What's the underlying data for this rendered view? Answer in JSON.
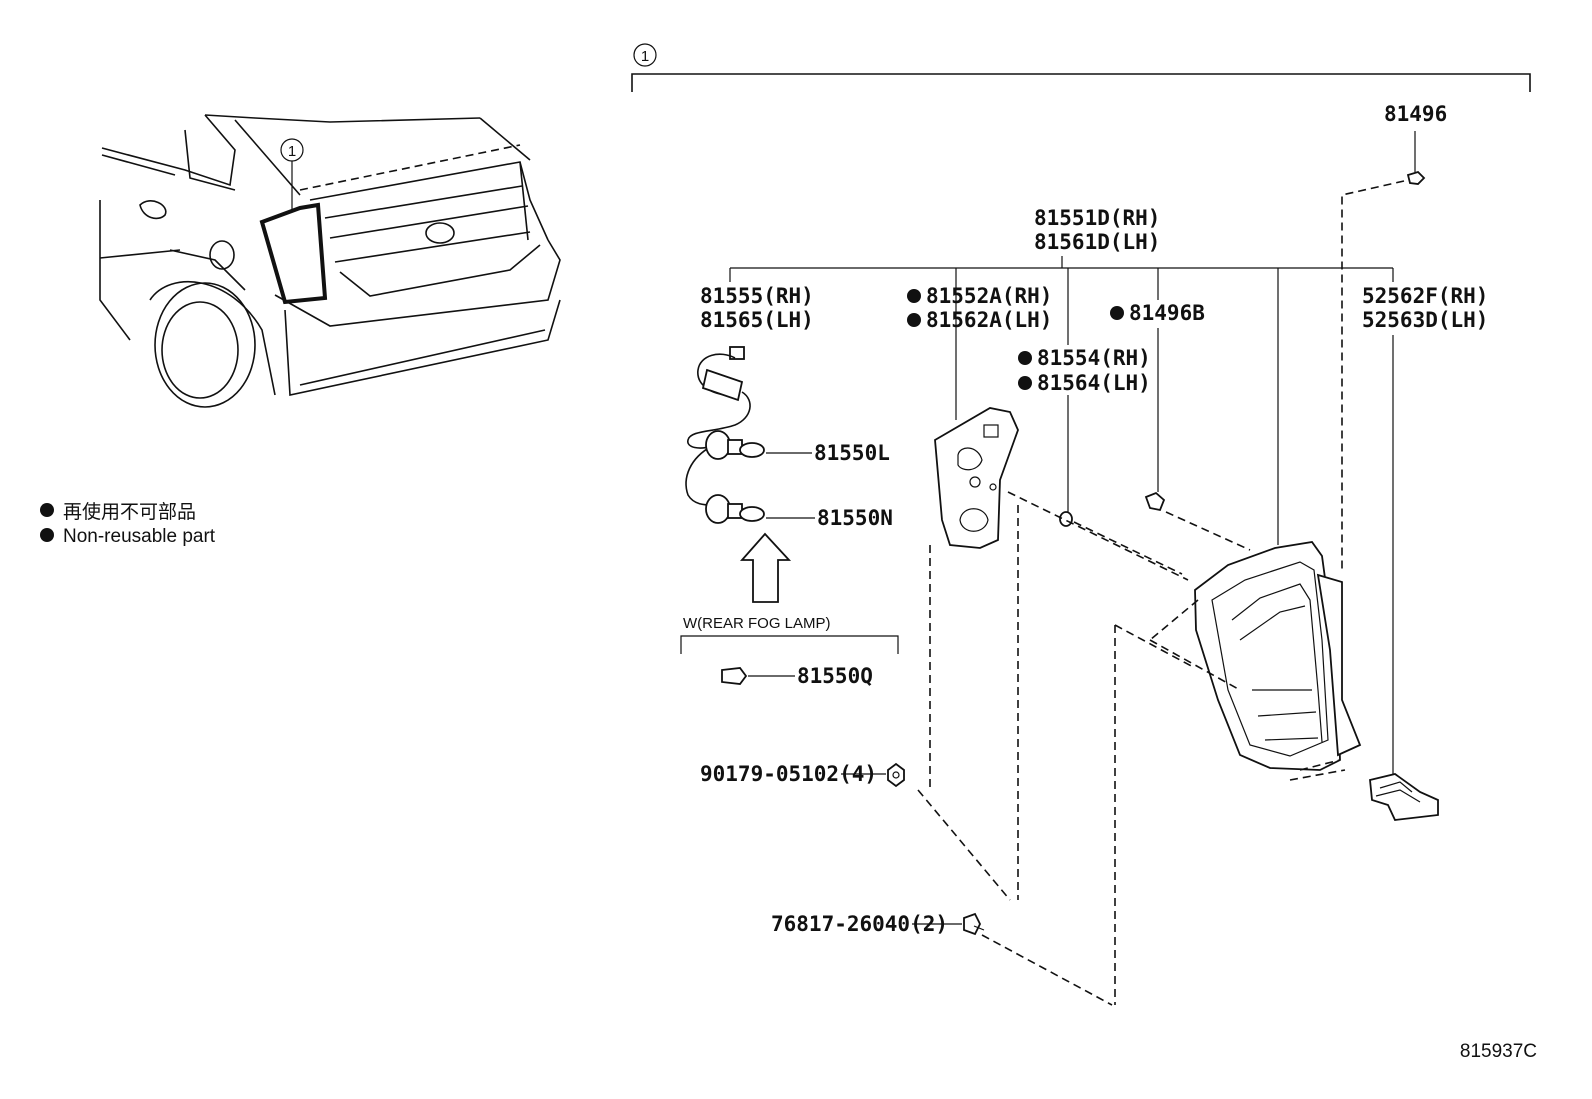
{
  "diagram": {
    "callout": "1",
    "figure_id": "815937C",
    "legend": {
      "dot": "●",
      "japanese": "再使用不可部品",
      "english": "Non-reusable part"
    },
    "group_label": "W(REAR FOG LAMP)",
    "parts": {
      "clip_81496": "81496",
      "lens_rh": "81551D(RH)",
      "lens_lh": "81561D(LH)",
      "socket_rh": "81555(RH)",
      "socket_lh": "81565(LH)",
      "gasket_rh": "81552A(RH)",
      "gasket_lh": "81562A(LH)",
      "clip_81496b": "81496B",
      "cushion_rh": "81554(RH)",
      "cushion_lh": "81564(LH)",
      "retainer_rh": "52562F(RH)",
      "retainer_lh": "52563D(LH)",
      "bulb_l": "81550L",
      "bulb_n": "81550N",
      "bulb_q": "81550Q",
      "nut": "90179-05102(4)",
      "screw": "76817-26040(2)"
    }
  }
}
